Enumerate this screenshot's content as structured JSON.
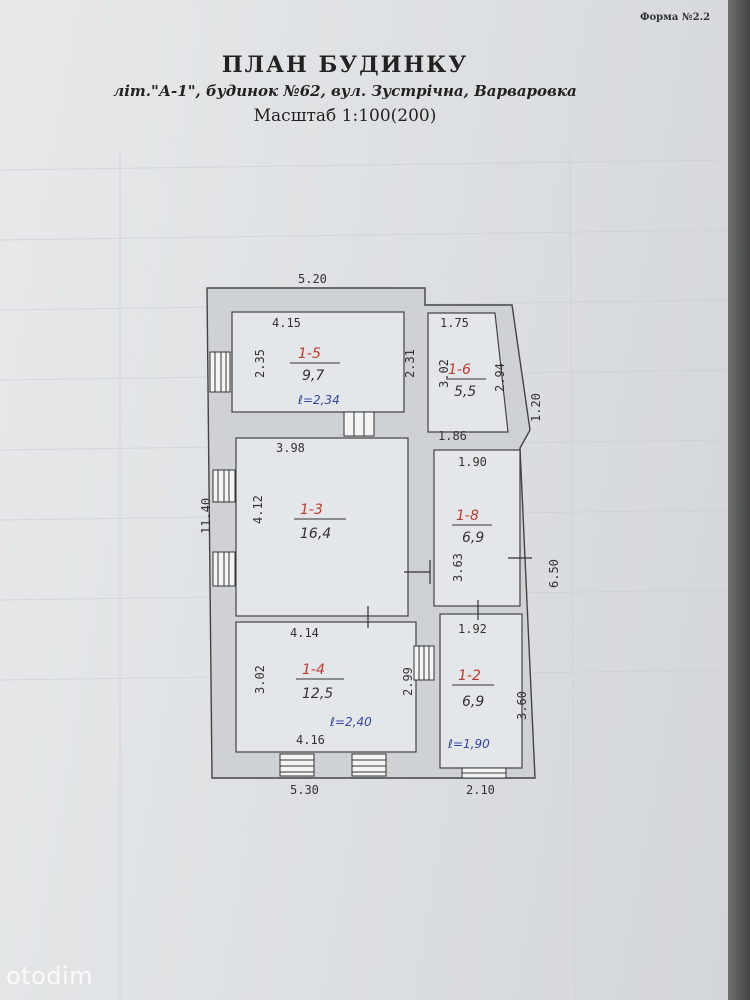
{
  "header": {
    "form_number": "Форма №2.2",
    "title": "ПЛАН БУДИНКУ",
    "subtitle": "літ.\"А-1\", будинок №62, вул. Зустрічна, Варваровка",
    "scale": "Масштаб 1:100(200)"
  },
  "rooms": {
    "r15": {
      "id": "1-5",
      "area": "9,7",
      "height": "ℓ=2,34"
    },
    "r16": {
      "id": "1-6",
      "area": "5,5"
    },
    "r13": {
      "id": "1-3",
      "area": "16,4"
    },
    "r18": {
      "id": "1-8",
      "area": "6,9"
    },
    "r14": {
      "id": "1-4",
      "area": "12,5",
      "height": "ℓ=2,40"
    },
    "r12": {
      "id": "1-2",
      "area": "6,9",
      "height": "ℓ=1,90"
    }
  },
  "dimensions": {
    "top_total": "5.20",
    "r15_width": "4.15",
    "r15_left": "2.35",
    "r15_right": "2.31",
    "r16_width": "1.75",
    "r16_left": "3.02",
    "r16_right": "2.94",
    "side_120": "1.20",
    "r16_bottom": "1.86",
    "r13_width": "3.98",
    "r13_height": "4.12",
    "left_total": "11.40",
    "r18_width": "1.90",
    "r18_height": "3.63",
    "right_total": "6.50",
    "r14_width_top": "4.14",
    "r14_left": "3.02",
    "r14_right": "2.99",
    "r14_width_bottom": "4.16",
    "r12_width": "1.92",
    "r12_height": "3.60",
    "bottom_left": "5.30",
    "bottom_right": "2.10"
  },
  "colors": {
    "room_id": "#c0392b",
    "height_note": "#3344aa",
    "wall_fill": "#cfd2d4",
    "paper": "#e3e6e8"
  },
  "watermark": "otodim"
}
